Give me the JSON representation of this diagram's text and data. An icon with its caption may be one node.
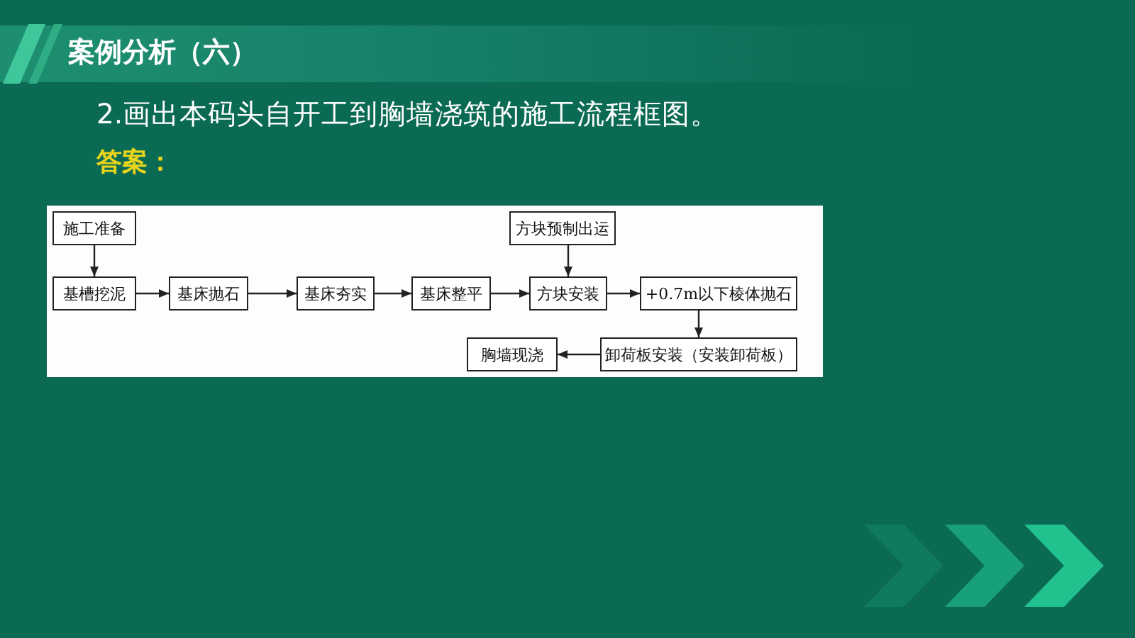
{
  "diagram": {
    "title": "案例分析（六）",
    "nodes": [
      {
        "text": [
          "施工准备"
        ]
      },
      {
        "text": [
          "基槽挖泥"
        ]
      },
      {
        "text": [
          "基床抛石"
        ]
      },
      {
        "text": [
          "基床夯实"
        ]
      },
      {
        "text": [
          "基床整平"
        ]
      },
      {
        "text": [
          "方块预制出运"
        ]
      },
      {
        "text": [
          "方块安装"
        ]
      },
      {
        "text": [
          "+0.7m以下棱体抛石"
        ]
      },
      {
        "text": [
          "卸荷板安装（安装卸荷板）"
        ]
      },
      {
        "text": [
          "胸墙现浇"
        ]
      }
    ],
    "edges": [
      {
        "from": 0,
        "to": 1,
        "arrow": "to"
      },
      {
        "from": 1,
        "to": 2,
        "arrow": "to"
      },
      {
        "from": 2,
        "to": 3,
        "arrow": "to"
      },
      {
        "from": 3,
        "to": 4,
        "arrow": "to"
      },
      {
        "from": 4,
        "to": 6,
        "arrow": "to"
      },
      {
        "from": 5,
        "to": 6,
        "arrow": "to"
      },
      {
        "from": 6,
        "to": 7,
        "arrow": "to"
      },
      {
        "from": 7,
        "to": 8,
        "arrow": "to"
      },
      {
        "from": 8,
        "to": 9,
        "arrow": "to"
      }
    ],
    "labels": [
      "2.画出本码头自开工到胸墙浇筑的施工流程框图。",
      "答案："
    ]
  }
}
